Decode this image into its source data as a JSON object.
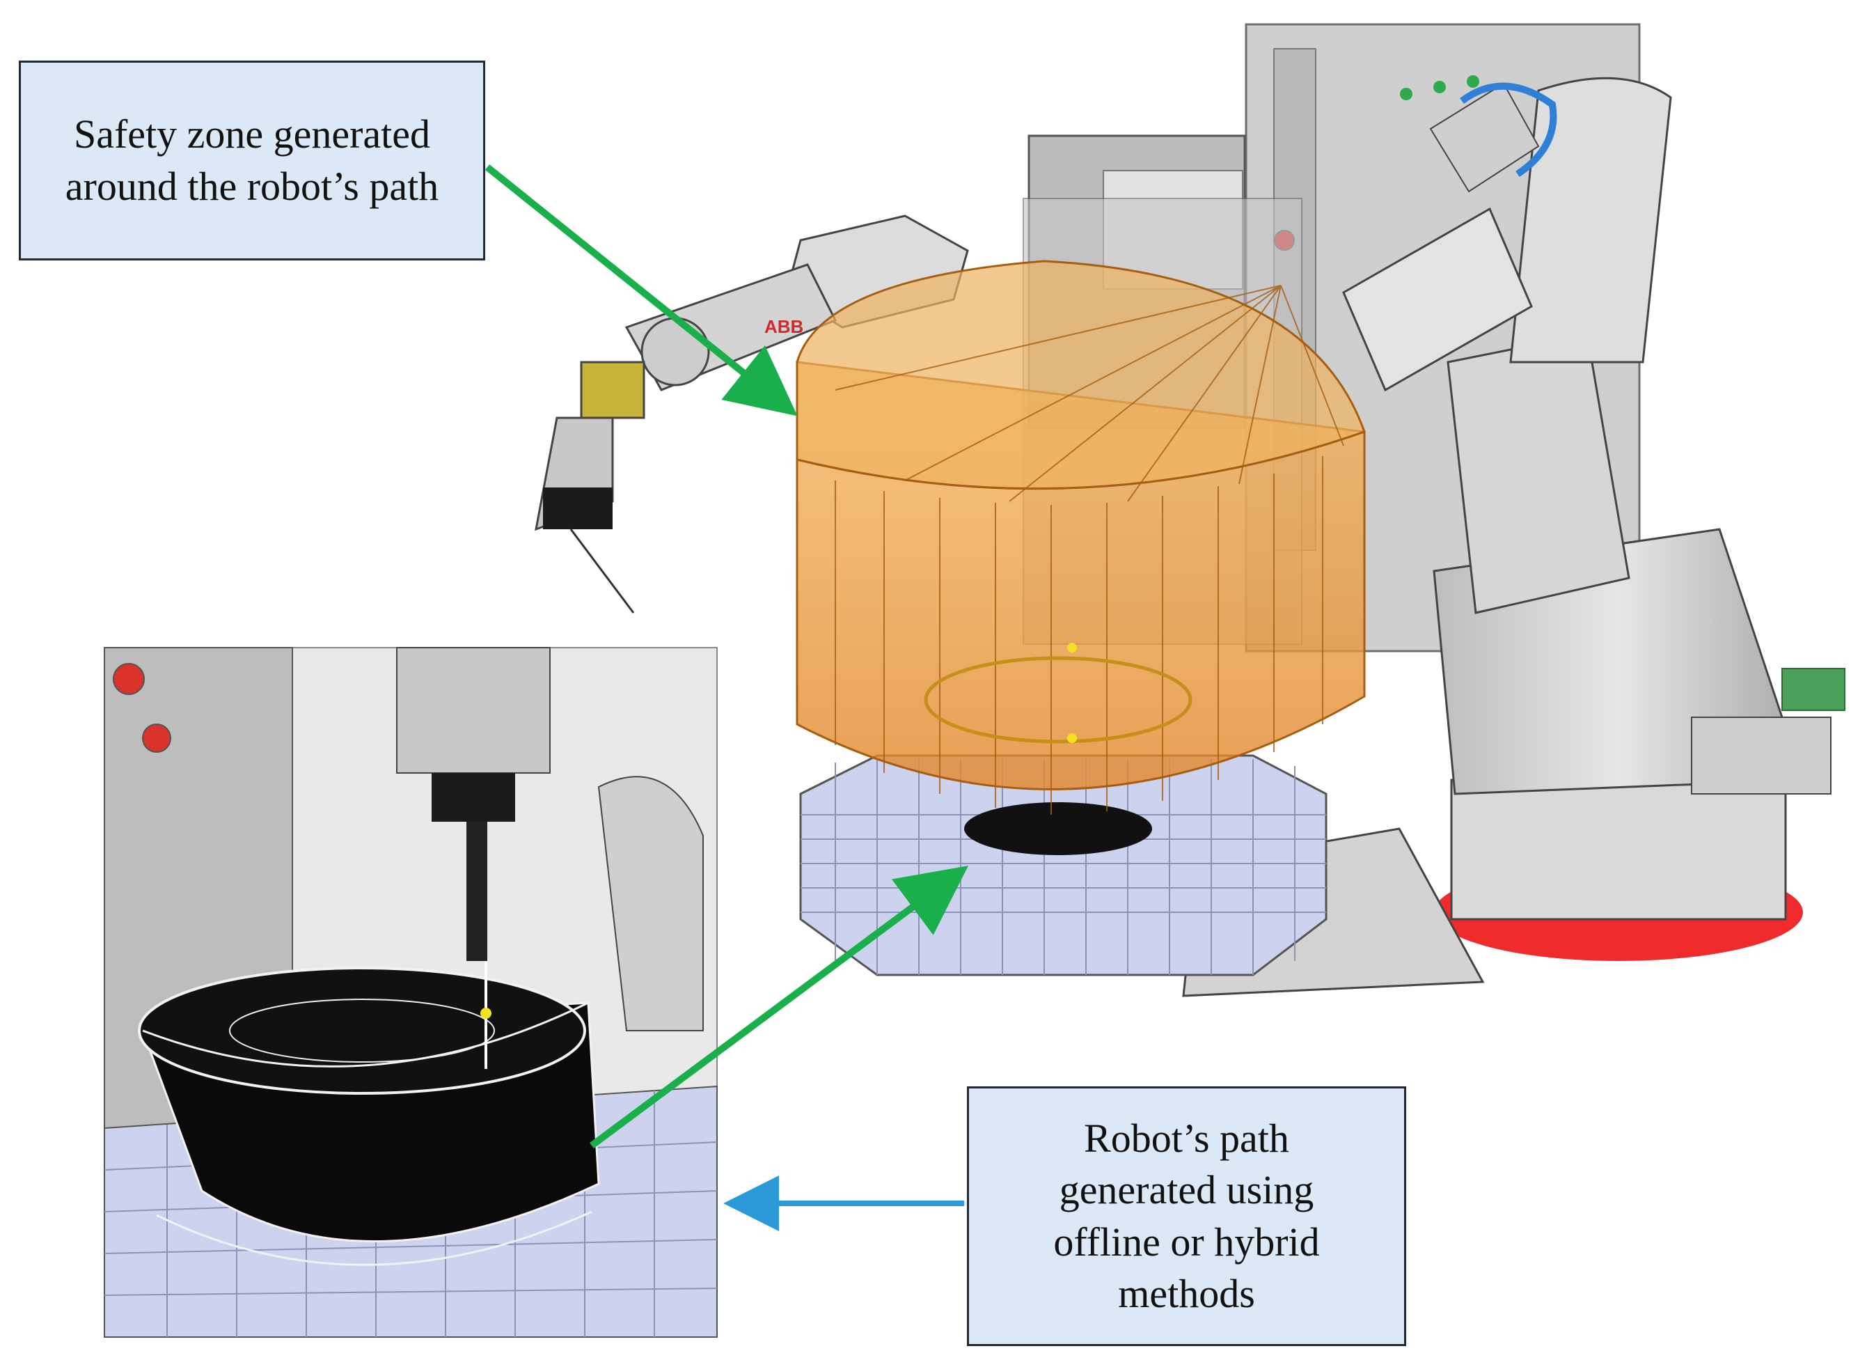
{
  "callouts": {
    "safety_zone": {
      "lines": [
        "Safety zone generated",
        "around the robot’s path"
      ]
    },
    "robot_path": {
      "lines": [
        "Robot’s path",
        "generated using",
        "offline or hybrid",
        "methods"
      ]
    }
  },
  "labels": {
    "robot_brand": "ABB"
  },
  "colors": {
    "safety_zone_fill": "#e8952e",
    "safety_zone_edge": "#a65f10",
    "green_arrow": "#19b04b",
    "blue_arrow": "#2a9bd8",
    "robot_body": "#d4d4d4",
    "robot_base_ring": "#ef2b2b",
    "callout_fill": "#dbe9f6",
    "table_grid": "#c7cdea",
    "wheel": "#0a0a0a"
  }
}
